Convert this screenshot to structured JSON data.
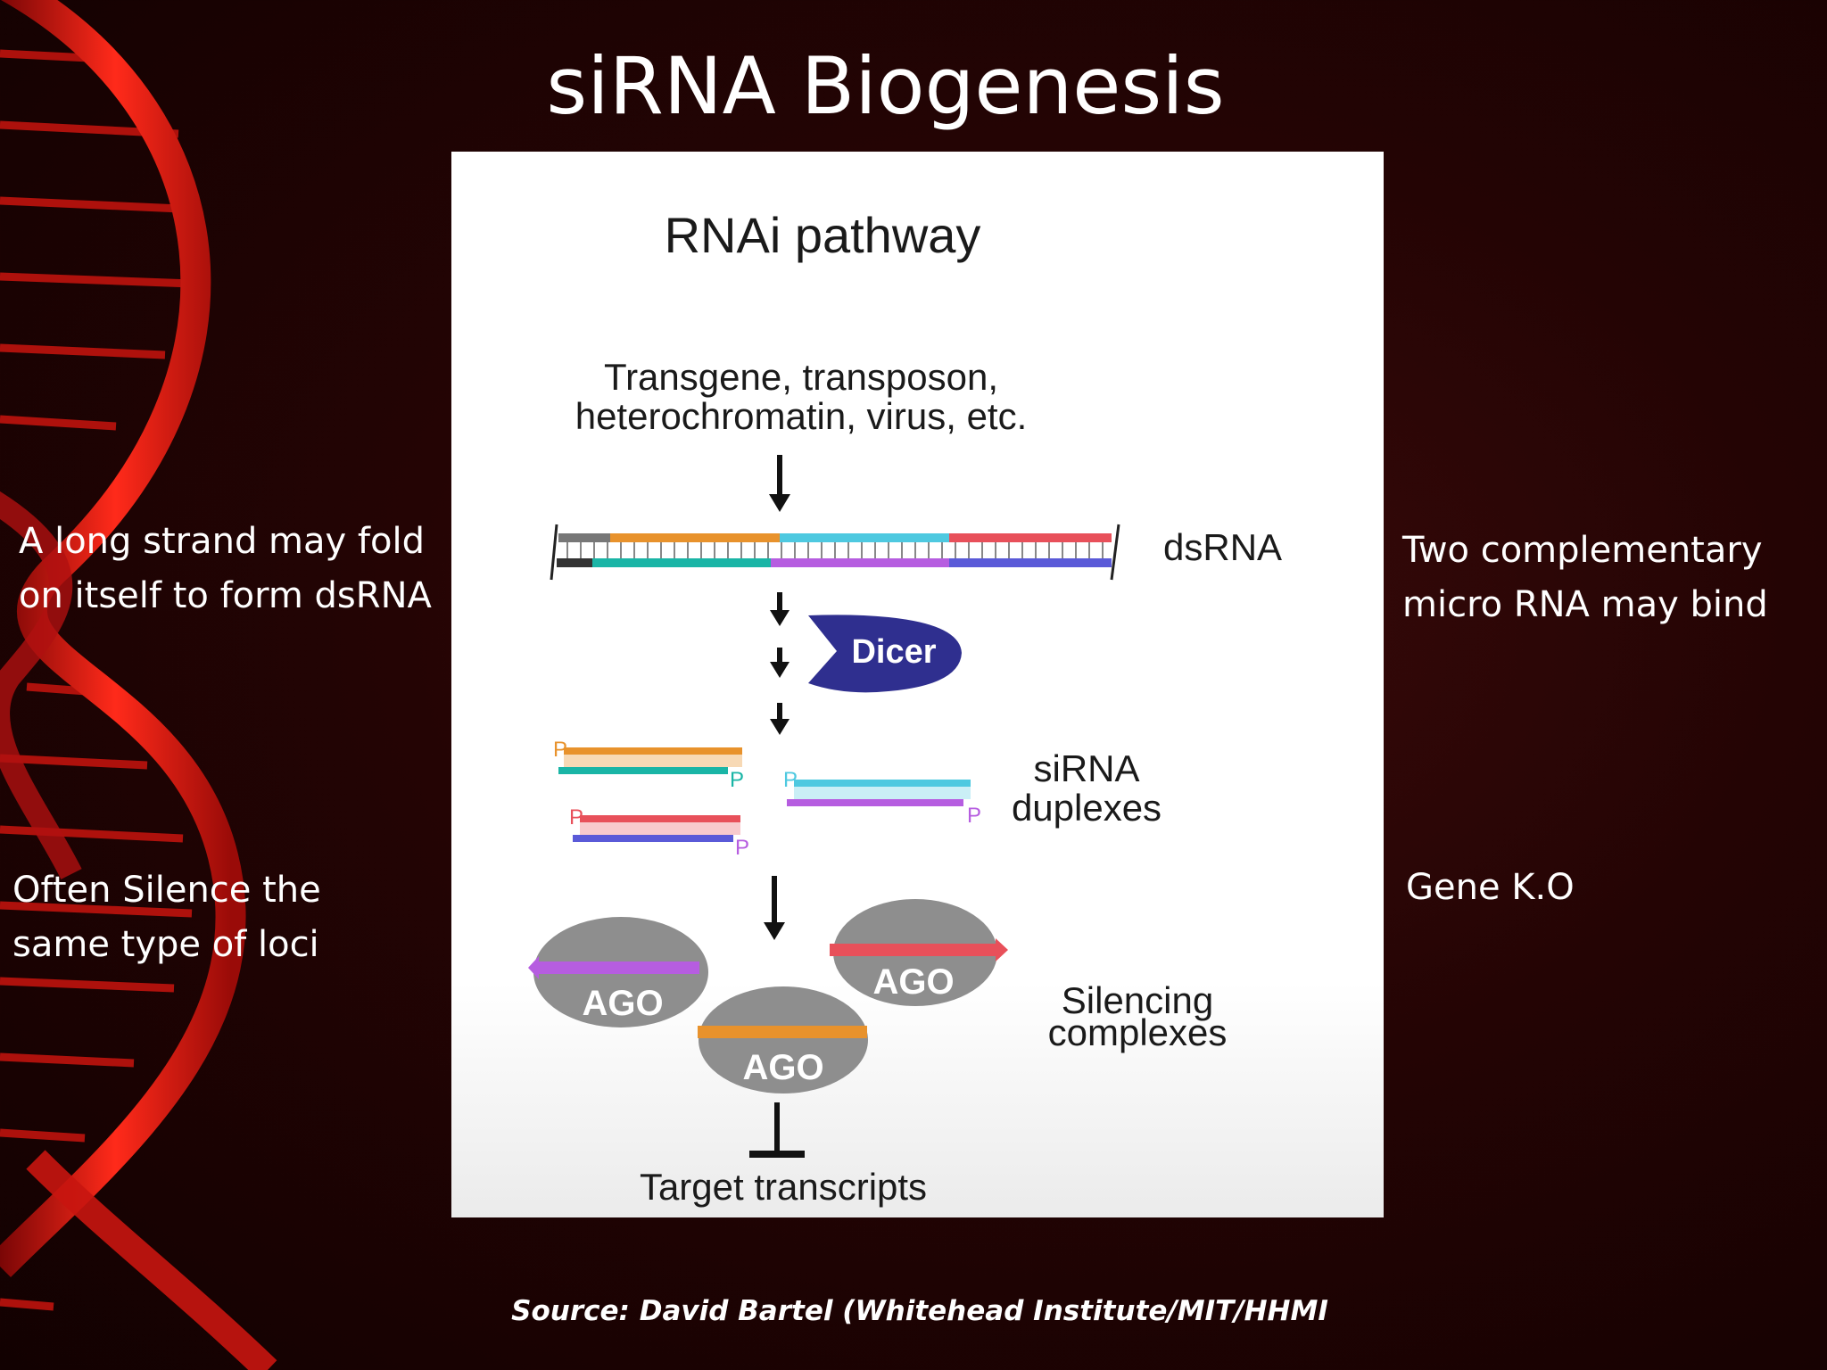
{
  "slide": {
    "title": "siRNA Biogenesis",
    "notes": {
      "left_top": "A long strand may fold on itself to form dsRNA",
      "left_bottom": "Often Silence the same type of loci",
      "right_top": "Two complementary micro RNA may bind",
      "right_bottom": "Gene K.O"
    },
    "source": "Source: David Bartel (Whitehead Institute/MIT/HHMI"
  },
  "diagram": {
    "title": "RNAi pathway",
    "sources_line1": "Transgene, transposon,",
    "sources_line2": "heterochromatin, virus, etc.",
    "dsrna_label": "dsRNA",
    "dicer_label": "Dicer",
    "phosphate_label": "P",
    "duplex_label_line1": "siRNA",
    "duplex_label_line2": "duplexes",
    "ago_label": "AGO",
    "silencing_label_line1": "Silencing",
    "silencing_label_line2": "complexes",
    "target_label": "Target transcripts"
  },
  "colors": {
    "helix": "#d61a12",
    "orange": "#e8922c",
    "teal": "#1ab5a6",
    "cyan": "#4ec9e0",
    "purple": "#b65de0",
    "red": "#e8505a",
    "blue": "#5a5ad8",
    "dicer": "#2f2f8f",
    "ago": "#8e8e8e"
  }
}
